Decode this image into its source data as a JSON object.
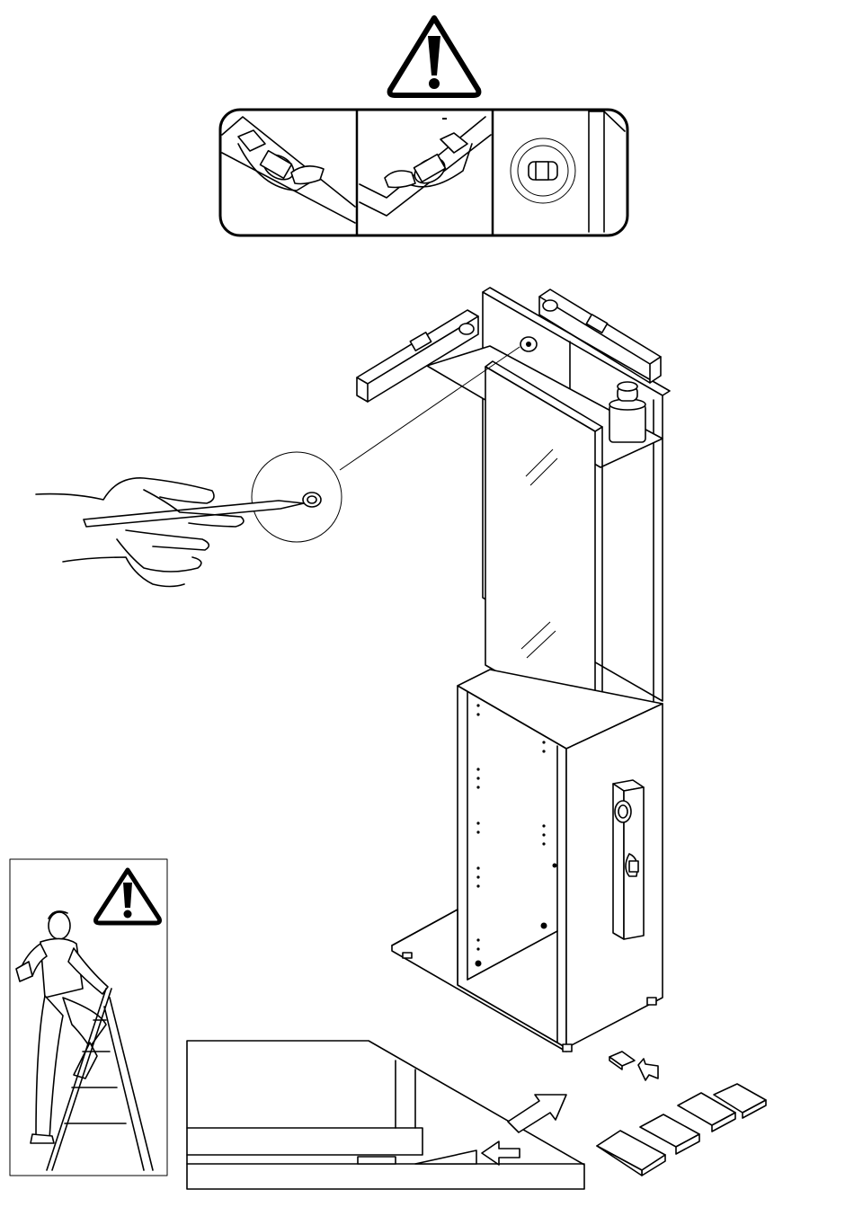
{
  "colors": {
    "ink": "#000000",
    "paper": "#ffffff"
  },
  "icons": [
    "warning-triangle-icon",
    "warning-triangle-icon",
    "bubble-level-icon",
    "pencil-hand-icon",
    "step-ladder-figure-icon",
    "arrow-icon"
  ],
  "panels": {
    "level_checks": [
      "tilted-left",
      "tilted-right",
      "round-level"
    ]
  }
}
